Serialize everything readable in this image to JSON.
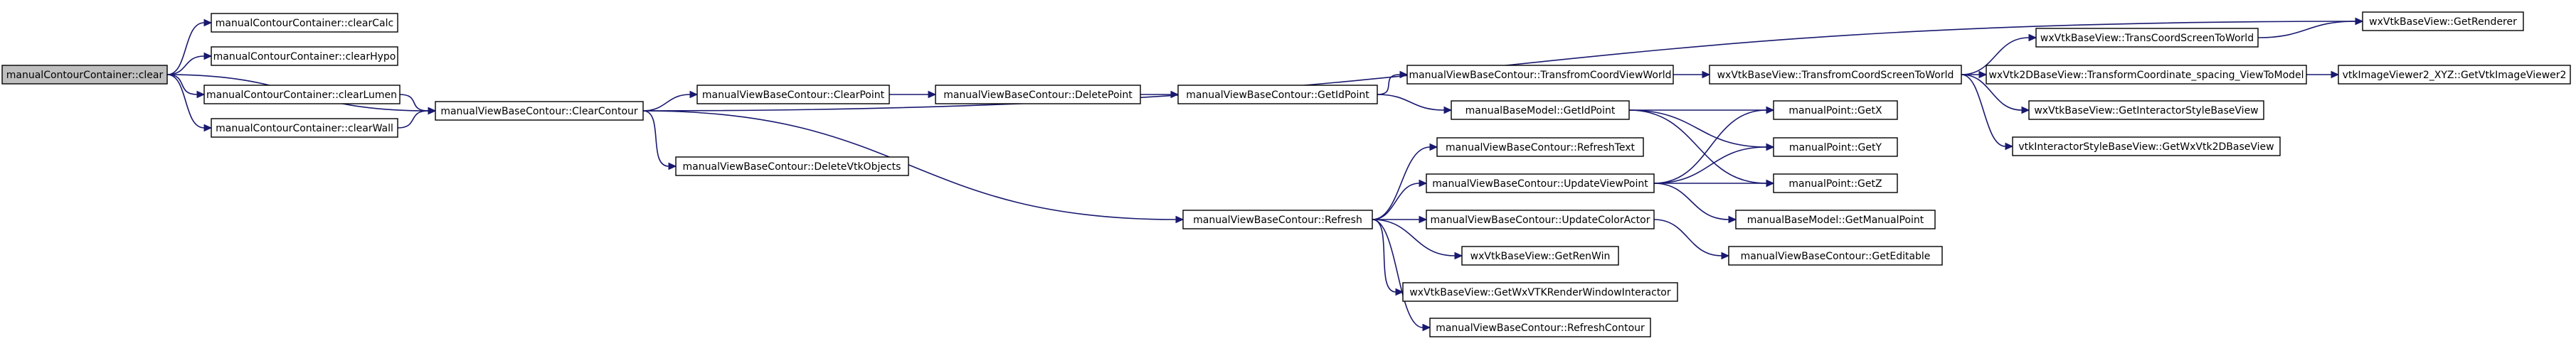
{
  "colors": {
    "edge": "#191970",
    "root_fill": "#bfbfbf",
    "node_fill": "#ffffff",
    "border": "#000000"
  },
  "nodes": [
    {
      "id": "n_clear",
      "label": "manualContourContainer::clear",
      "root": true
    },
    {
      "id": "n_clearCalc",
      "label": "manualContourContainer::clearCalc"
    },
    {
      "id": "n_clearHypo",
      "label": "manualContourContainer::clearHypo"
    },
    {
      "id": "n_clearLumen",
      "label": "manualContourContainer::clearLumen"
    },
    {
      "id": "n_clearWall",
      "label": "manualContourContainer::clearWall"
    },
    {
      "id": "n_ClearContour",
      "label": "manualViewBaseContour::ClearContour"
    },
    {
      "id": "n_ClearPoint",
      "label": "manualViewBaseContour::ClearPoint"
    },
    {
      "id": "n_DeleteVtkObjects",
      "label": "manualViewBaseContour::DeleteVtkObjects"
    },
    {
      "id": "n_DeletePoint",
      "label": "manualViewBaseContour::DeletePoint"
    },
    {
      "id": "n_GetIdPoint",
      "label": "manualViewBaseContour::GetIdPoint"
    },
    {
      "id": "n_TransformCoordViewWorld",
      "label": "manualViewBaseContour::TransfromCoordViewWorld"
    },
    {
      "id": "n_TransCoordScreenToWorld",
      "label": "wxVtkBaseView::TransfromCoordScreenToWorld"
    },
    {
      "id": "n_TransCoordScreenToWorld2",
      "label": "wxVtkBaseView::TransCoordScreenToWorld"
    },
    {
      "id": "n_GetRenderer",
      "label": "wxVtkBaseView::GetRenderer"
    },
    {
      "id": "n_TransformCoordinate",
      "label": "wxVtk2DBaseView::TransformCoordinate_spacing_ViewToModel"
    },
    {
      "id": "n_GetVtkImageViewer",
      "label": "vtkImageViewer2_XYZ::GetVtkImageViewer2"
    },
    {
      "id": "n_GetInteractorStyleBaseView",
      "label": "wxVtkBaseView::GetInteractorStyleBaseView"
    },
    {
      "id": "n_GetWxVtk2DBaseView",
      "label": "vtkInteractorStyleBaseView::GetWxVtk2DBaseView"
    },
    {
      "id": "n_GetIdPoint2",
      "label": "manualBaseModel::GetIdPoint"
    },
    {
      "id": "n_GetX",
      "label": "manualPoint::GetX"
    },
    {
      "id": "n_GetY",
      "label": "manualPoint::GetY"
    },
    {
      "id": "n_GetZ",
      "label": "manualPoint::GetZ"
    },
    {
      "id": "n_Refresh",
      "label": "manualViewBaseContour::Refresh"
    },
    {
      "id": "n_RefreshText",
      "label": "manualViewBaseContour::RefreshText"
    },
    {
      "id": "n_UpdateViewPoint",
      "label": "manualViewBaseContour::UpdateViewPoint"
    },
    {
      "id": "n_UpdateColorActor",
      "label": "manualViewBaseContour::UpdateColorActor"
    },
    {
      "id": "n_GetRenWin",
      "label": "wxVtkBaseView::GetRenWin"
    },
    {
      "id": "n_GetWxVTKRenderWindowInteractor",
      "label": "wxVtkBaseView::GetWxVTKRenderWindowInteractor"
    },
    {
      "id": "n_RefreshContour",
      "label": "manualViewBaseContour::RefreshContour"
    },
    {
      "id": "n_GetManualPoint",
      "label": "manualBaseModel::GetManualPoint"
    },
    {
      "id": "n_GetEditable",
      "label": "manualViewBaseContour::GetEditable"
    }
  ],
  "edges": [
    [
      "n_clear",
      "n_clearCalc"
    ],
    [
      "n_clear",
      "n_clearHypo"
    ],
    [
      "n_clear",
      "n_clearLumen"
    ],
    [
      "n_clear",
      "n_clearWall"
    ],
    [
      "n_clear",
      "n_ClearContour"
    ],
    [
      "n_clearLumen",
      "n_ClearContour"
    ],
    [
      "n_clearWall",
      "n_ClearContour"
    ],
    [
      "n_ClearContour",
      "n_GetRenderer"
    ],
    [
      "n_ClearContour",
      "n_ClearPoint"
    ],
    [
      "n_ClearContour",
      "n_DeleteVtkObjects"
    ],
    [
      "n_ClearContour",
      "n_Refresh"
    ],
    [
      "n_ClearPoint",
      "n_DeletePoint"
    ],
    [
      "n_DeletePoint",
      "n_GetIdPoint"
    ],
    [
      "n_GetIdPoint",
      "n_TransformCoordViewWorld"
    ],
    [
      "n_GetIdPoint",
      "n_GetIdPoint2"
    ],
    [
      "n_TransformCoordViewWorld",
      "n_TransCoordScreenToWorld"
    ],
    [
      "n_TransCoordScreenToWorld",
      "n_TransCoordScreenToWorld2"
    ],
    [
      "n_TransCoordScreenToWorld",
      "n_TransformCoordinate"
    ],
    [
      "n_TransCoordScreenToWorld",
      "n_GetInteractorStyleBaseView"
    ],
    [
      "n_TransCoordScreenToWorld",
      "n_GetWxVtk2DBaseView"
    ],
    [
      "n_TransCoordScreenToWorld2",
      "n_GetRenderer"
    ],
    [
      "n_TransformCoordinate",
      "n_GetVtkImageViewer"
    ],
    [
      "n_GetIdPoint2",
      "n_GetX"
    ],
    [
      "n_GetIdPoint2",
      "n_GetY"
    ],
    [
      "n_GetIdPoint2",
      "n_GetZ"
    ],
    [
      "n_Refresh",
      "n_RefreshText"
    ],
    [
      "n_Refresh",
      "n_UpdateViewPoint"
    ],
    [
      "n_Refresh",
      "n_UpdateColorActor"
    ],
    [
      "n_Refresh",
      "n_GetRenWin"
    ],
    [
      "n_Refresh",
      "n_GetWxVTKRenderWindowInteractor"
    ],
    [
      "n_Refresh",
      "n_RefreshContour"
    ],
    [
      "n_UpdateViewPoint",
      "n_GetX"
    ],
    [
      "n_UpdateViewPoint",
      "n_GetY"
    ],
    [
      "n_UpdateViewPoint",
      "n_GetZ"
    ],
    [
      "n_UpdateViewPoint",
      "n_GetManualPoint"
    ],
    [
      "n_UpdateColorActor",
      "n_GetEditable"
    ]
  ]
}
